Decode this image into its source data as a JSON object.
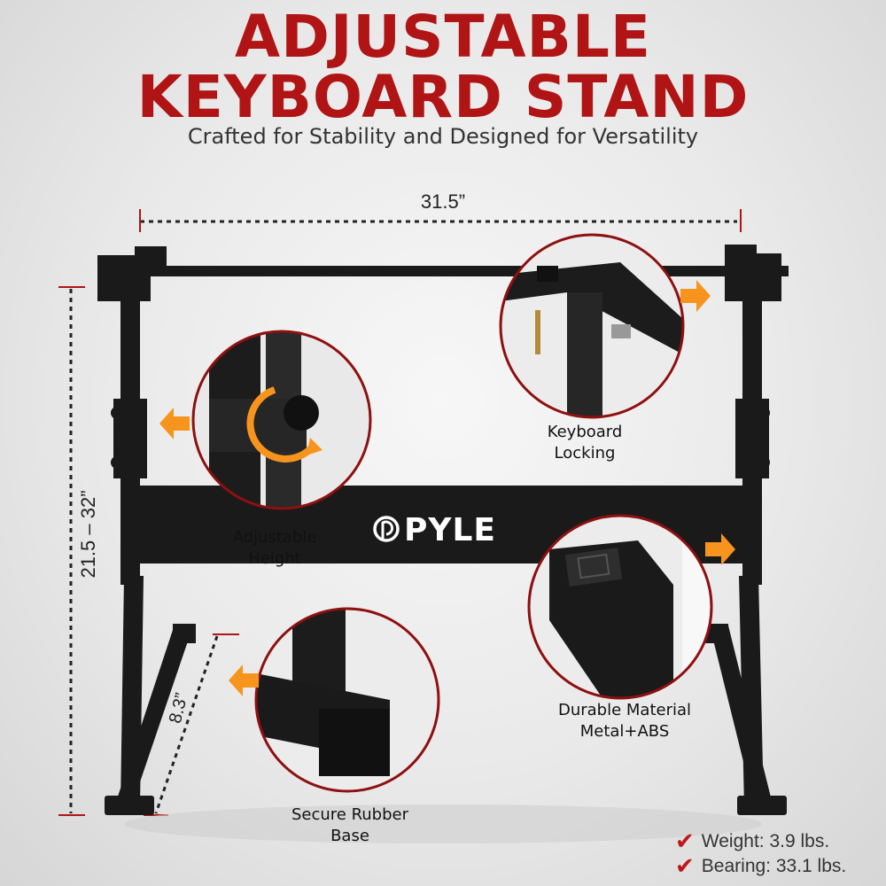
{
  "header": {
    "title_line1": "ADJUSTABLE",
    "title_line2": "KEYBOARD STAND",
    "subtitle": "Crafted for Stability and Designed for Versatility"
  },
  "dimensions": {
    "width": "31.5”",
    "height": "21.5 – 32”",
    "depth": "8.3”"
  },
  "brand": {
    "logo_text": "PYLE"
  },
  "callouts": {
    "adjustable_height": [
      "Adjustable",
      "Height"
    ],
    "keyboard_locking": [
      "Keyboard",
      "Locking"
    ],
    "rubber_base": [
      "Secure Rubber",
      "Base"
    ],
    "material": [
      "Durable Material",
      "Metal+ABS"
    ]
  },
  "specs": [
    "Weight: 3.9 lbs.",
    "Bearing: 33.1 lbs."
  ],
  "colors": {
    "title_red": "#b01414",
    "arrow_orange": "#f7941d",
    "circle_border": "#8e1010",
    "stand_black": "#1a1a1a"
  },
  "icons": [
    "check-icon",
    "arrow-right-icon",
    "arrow-left-icon",
    "rotate-icon"
  ]
}
